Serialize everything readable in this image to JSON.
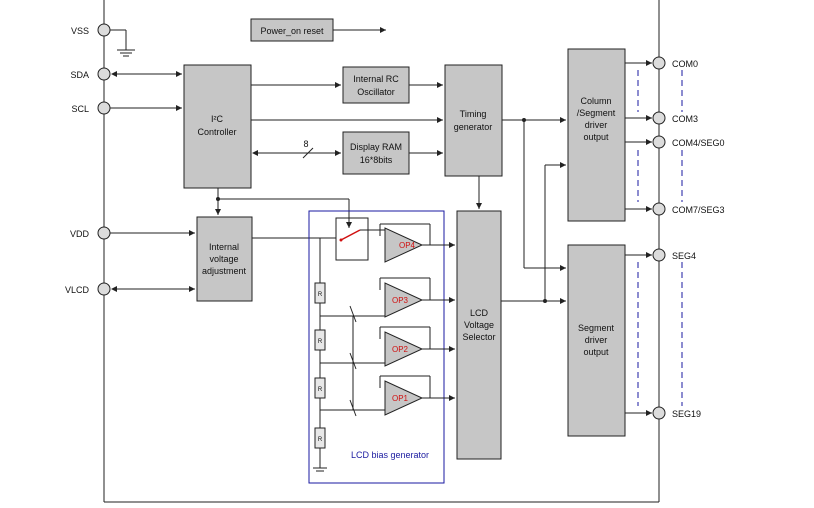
{
  "pins_left": [
    "VSS",
    "SDA",
    "SCL",
    "VDD",
    "VLCD"
  ],
  "pins_right": [
    "COM0",
    "COM3",
    "COM4/SEG0",
    "COM7/SEG3",
    "SEG4",
    "SEG19"
  ],
  "blocks": {
    "power_on_reset": "Power_on reset",
    "i2c_line1": "I²C",
    "i2c_line2": "Controller",
    "osc_line1": "Internal  RC",
    "osc_line2": "Oscillator",
    "ram_line1": "Display RAM",
    "ram_line2": "16*8bits",
    "timing_line1": "Timing",
    "timing_line2": "generator",
    "ivadj_line1": "Internal",
    "ivadj_line2": "voltage",
    "ivadj_line3": "adjustment",
    "lcdsel_line1": "LCD",
    "lcdsel_line2": "Voltage",
    "lcdsel_line3": "Selector",
    "colseg_line1": "Column",
    "colseg_line2": "/Segment",
    "colseg_line3": "driver",
    "colseg_line4": "output",
    "seg_line1": "Segment",
    "seg_line2": "driver",
    "seg_line3": "output"
  },
  "bus_width": "8",
  "opamps": [
    "OP4",
    "OP3",
    "OP2",
    "OP1"
  ],
  "resistor_label": "R",
  "bias_generator_label": "LCD bias generator",
  "colors": {
    "block_fill": "#c6c6c6",
    "bias_box": "#1a1aa0",
    "opamp_text": "#d01010",
    "switch_red": "#d01010"
  }
}
